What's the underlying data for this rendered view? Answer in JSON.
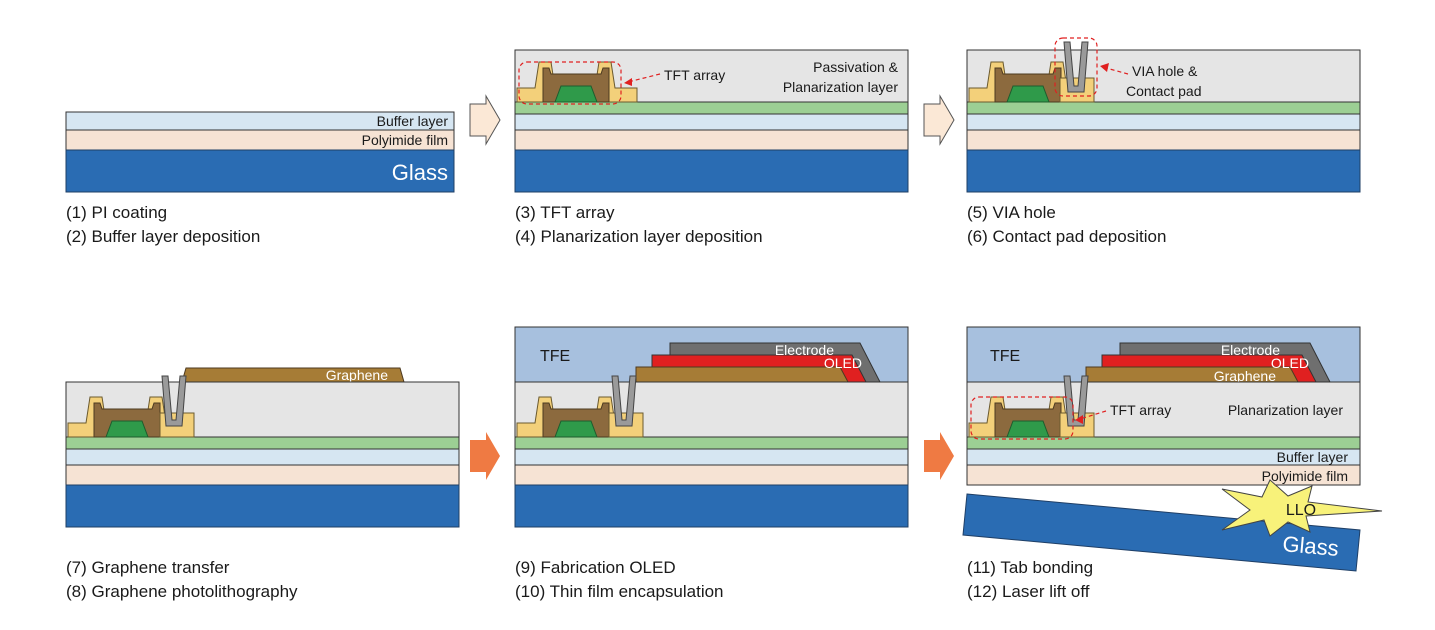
{
  "colors": {
    "glass": "#2a6cb3",
    "polyimide": "#f6e3d4",
    "buffer": "#d6e6f2",
    "green_layer": "#9ccf94",
    "planarization": "#e5e5e5",
    "tfe": "#a7c0de",
    "gate": "#2f9a4a",
    "metal": "#8c6a3e",
    "contact": "#f3d07a",
    "graphene": "#a67c36",
    "oled": "#e02020",
    "electrode": "#6f6f6f",
    "via": "#9a9a9a",
    "arrow_light": "#fbe8d6",
    "arrow_orange": "#ef7a43"
  },
  "panel1": {
    "buffer_label": "Buffer layer",
    "polyimide_label": "Polyimide film",
    "glass_label": "Glass",
    "caption_1": "(1) PI coating",
    "caption_2": "(2) Buffer layer deposition"
  },
  "panel2": {
    "tft_label": "TFT array",
    "passivation_label_1": "Passivation &",
    "passivation_label_2": "Planarization layer",
    "caption_1": "(3) TFT array",
    "caption_2": "(4) Planarization layer deposition"
  },
  "panel3": {
    "via_label_1": "VIA hole &",
    "via_label_2": "Contact pad",
    "caption_1": "(5) VIA hole",
    "caption_2": "(6) Contact pad deposition"
  },
  "panel4": {
    "graphene_label": "Graphene",
    "caption_1": "(7) Graphene transfer",
    "caption_2": "(8) Graphene photolithography"
  },
  "panel5": {
    "tfe_label": "TFE",
    "electrode_label": "Electrode",
    "oled_label": "OLED",
    "caption_1": "(9) Fabrication OLED",
    "caption_2": "(10) Thin film encapsulation"
  },
  "panel6": {
    "tfe_label": "TFE",
    "electrode_label": "Electrode",
    "oled_label": "OLED",
    "graphene_label": "Graphene",
    "tft_label": "TFT array",
    "planarization_label": "Planarization layer",
    "buffer_label": "Buffer layer",
    "polyimide_label": "Polyimide film",
    "llo_label": "LLO",
    "glass_label": "Glass",
    "caption_1": "(11) Tab bonding",
    "caption_2": "(12) Laser lift off"
  }
}
